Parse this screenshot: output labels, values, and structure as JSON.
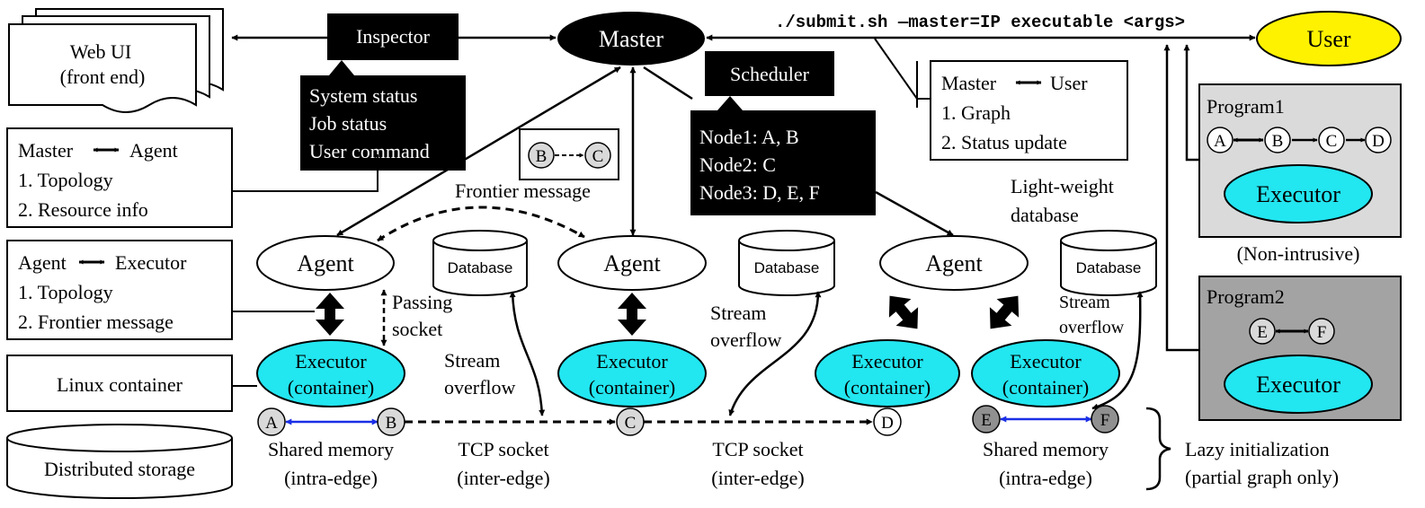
{
  "colors": {
    "black": "#000000",
    "cyan": "#22e6f0",
    "yellow": "#fff200",
    "light_gray": "#dadada",
    "dark_gray": "#a3a3a3",
    "node_gray": "#d9d9d9",
    "node_dark": "#909090",
    "blue": "#1a2ee6"
  },
  "web_ui": {
    "line1": "Web UI",
    "line2": "(front end)"
  },
  "inspector": {
    "title": "Inspector",
    "items": [
      "System status",
      "Job status",
      "User command"
    ]
  },
  "master": {
    "label": "Master"
  },
  "command": {
    "text": "./submit.sh —master=IP executable <args>"
  },
  "user": {
    "label": "User"
  },
  "scheduler": {
    "title": "Scheduler",
    "items": [
      "Node1: A, B",
      "Node2: C",
      "Node3: D, E, F"
    ]
  },
  "master_user_box": {
    "left": "Master",
    "right": "User",
    "items": [
      "1. Graph",
      "2. Status update"
    ]
  },
  "master_agent_box": {
    "left": "Master",
    "right": "Agent",
    "items": [
      "1. Topology",
      "2. Resource info"
    ]
  },
  "agent_executor_box": {
    "left": "Agent",
    "right": "Executor",
    "items": [
      "1. Topology",
      "2. Frontier message"
    ]
  },
  "linux_container": {
    "label": "Linux container"
  },
  "distributed_storage": {
    "label": "Distributed storage"
  },
  "frontier": {
    "from": "B",
    "to": "C",
    "label": "Frontier message"
  },
  "agents": [
    "Agent",
    "Agent",
    "Agent"
  ],
  "databases": [
    "Database",
    "Database",
    "Database"
  ],
  "lightweight_db": {
    "line1": "Light-weight",
    "line2": "database"
  },
  "executor": {
    "line1": "Executor",
    "line2": "(container)"
  },
  "passing_socket": {
    "line1": "Passing",
    "line2": "socket"
  },
  "stream_overflow": {
    "line1": "Stream",
    "line2": "overflow"
  },
  "nodes": [
    "A",
    "B",
    "C",
    "D",
    "E",
    "F"
  ],
  "bottom_labels": {
    "shared_memory": "Shared memory",
    "intra_edge": "(intra-edge)",
    "tcp_socket": "TCP socket",
    "inter_edge": "(inter-edge)"
  },
  "lazy": {
    "line1": "Lazy initialization",
    "line2": "(partial graph only)"
  },
  "program1": {
    "title": "Program1",
    "nodes": [
      "A",
      "B",
      "C",
      "D"
    ],
    "executor": "Executor"
  },
  "non_intrusive": {
    "label": "(Non-intrusive)"
  },
  "program2": {
    "title": "Program2",
    "nodes": [
      "E",
      "F"
    ],
    "executor": "Executor"
  }
}
